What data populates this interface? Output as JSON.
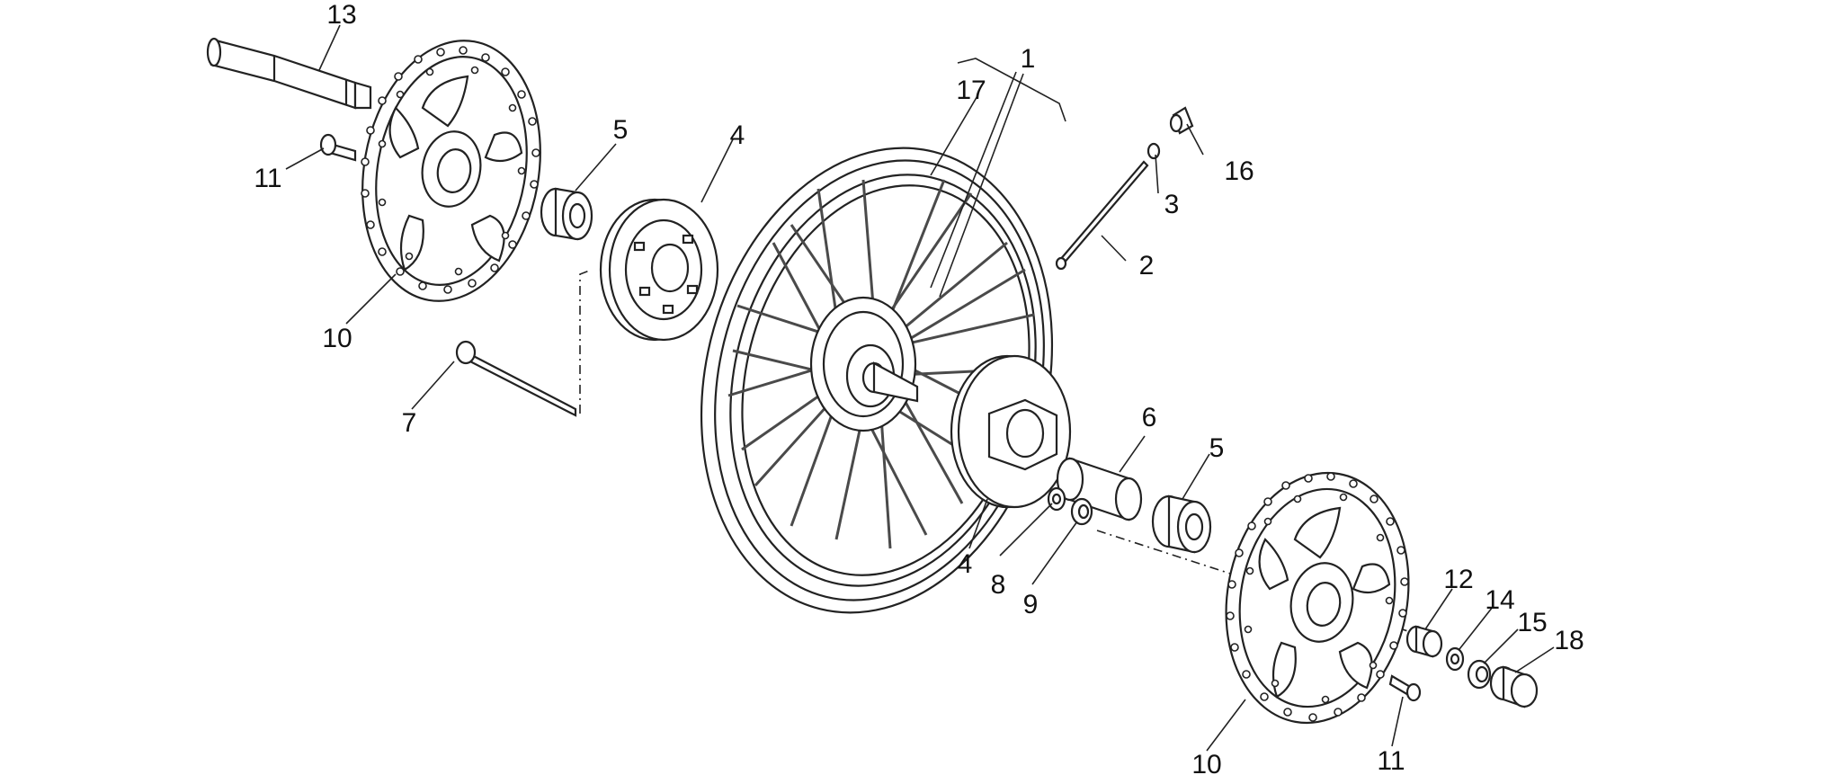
{
  "callouts": [
    {
      "id": "c13a",
      "label": "13"
    },
    {
      "id": "c11a",
      "label": "11"
    },
    {
      "id": "c10a",
      "label": "10"
    },
    {
      "id": "c5a",
      "label": "5"
    },
    {
      "id": "c4a",
      "label": "4"
    },
    {
      "id": "c7",
      "label": "7"
    },
    {
      "id": "c1",
      "label": "1"
    },
    {
      "id": "c17",
      "label": "17"
    },
    {
      "id": "c16",
      "label": "16"
    },
    {
      "id": "c3",
      "label": "3"
    },
    {
      "id": "c2",
      "label": "2"
    },
    {
      "id": "c6",
      "label": "6"
    },
    {
      "id": "c5b",
      "label": "5"
    },
    {
      "id": "c4b",
      "label": "4"
    },
    {
      "id": "c8",
      "label": "8"
    },
    {
      "id": "c9",
      "label": "9"
    },
    {
      "id": "c12",
      "label": "12"
    },
    {
      "id": "c14",
      "label": "14"
    },
    {
      "id": "c15",
      "label": "15"
    },
    {
      "id": "c18",
      "label": "18"
    },
    {
      "id": "c10b",
      "label": "10"
    },
    {
      "id": "c11b",
      "label": "11"
    }
  ]
}
